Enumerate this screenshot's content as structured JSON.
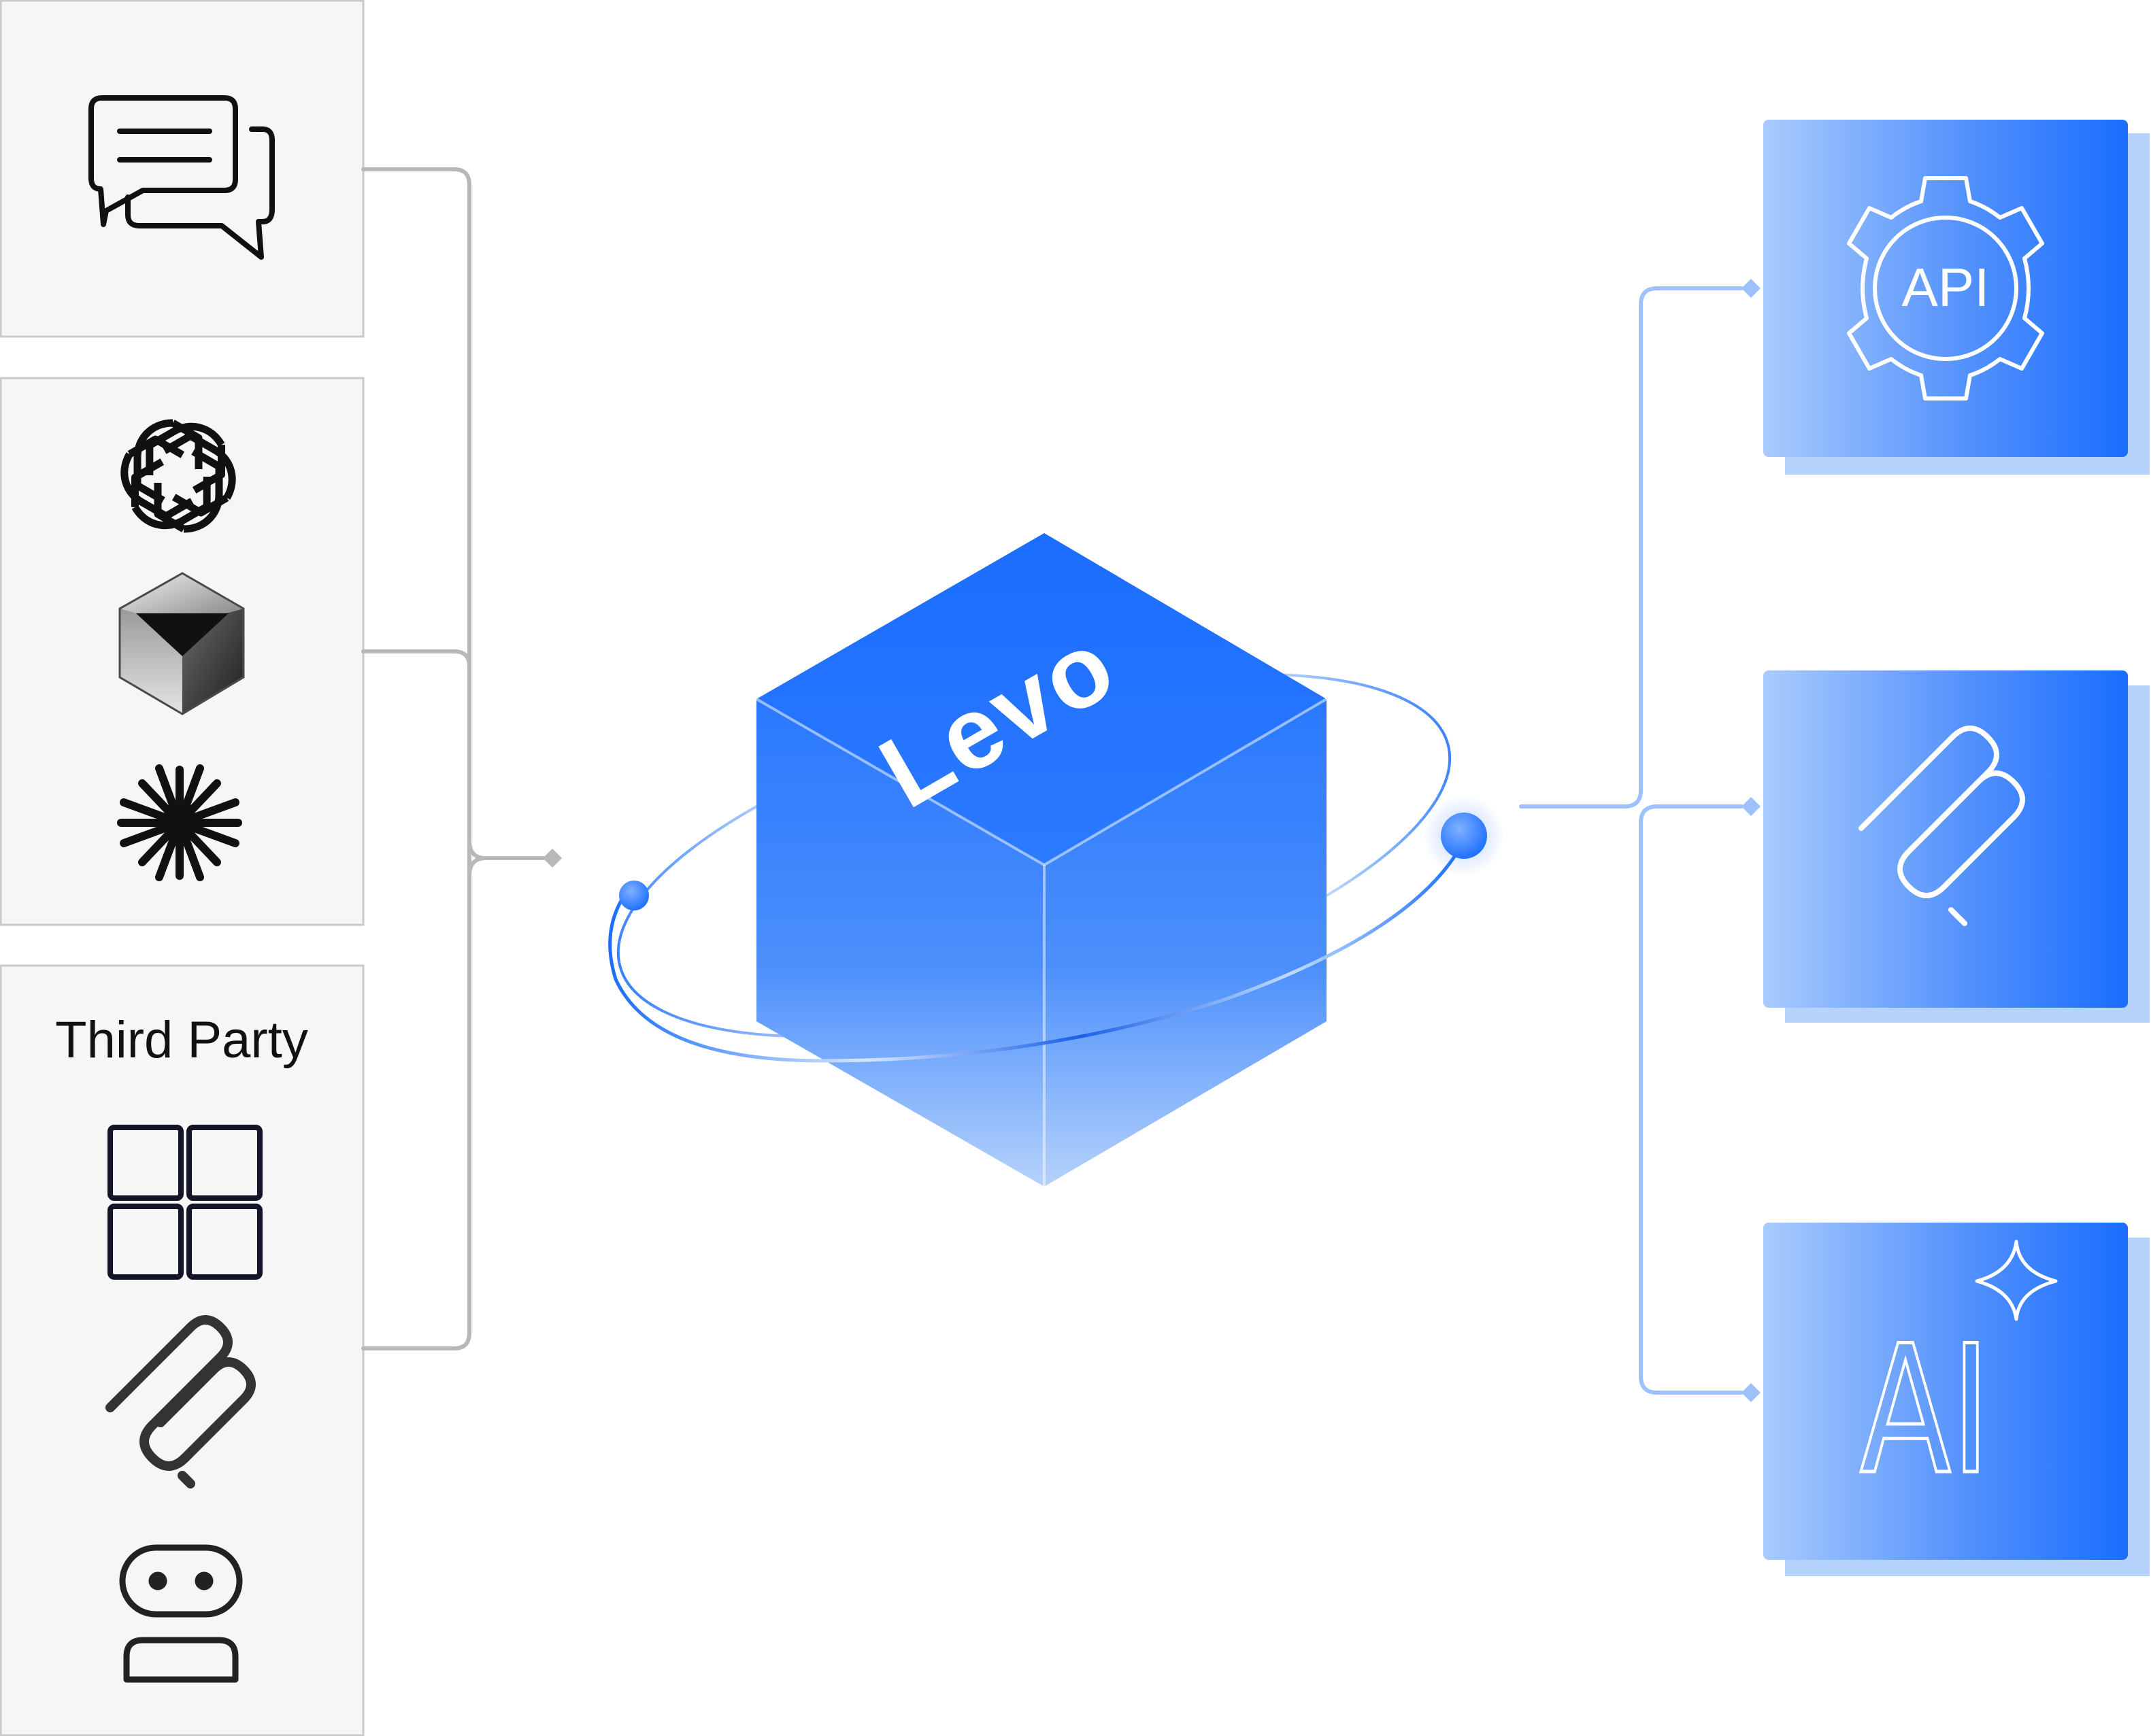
{
  "left_panels": {
    "third_party": {
      "title": "Third Party"
    }
  },
  "center": {
    "brand": "Levo"
  },
  "right_cards": {
    "api": {
      "label": "API"
    },
    "ai": {
      "label": "AI"
    }
  },
  "icons": {
    "chat": "chat-bubbles-icon",
    "openai": "openai-logo-icon",
    "crystal": "crystal-gem-icon",
    "starburst": "starburst-icon",
    "app_grid": "app-grid-icon",
    "paperclip": "paperclip-icon",
    "robot": "robot-icon",
    "api_gear": "api-gear-icon",
    "sparkle": "sparkle-icon"
  },
  "colors": {
    "panel_bg": "#f6f6f6",
    "panel_border": "#c9c9c9",
    "left_connector": "#b8b8b8",
    "right_connector": "#9ec1fb",
    "brand_blue": "#1a6dff",
    "card_light": "#a9cbfd",
    "card_dark": "#1a6dff"
  }
}
